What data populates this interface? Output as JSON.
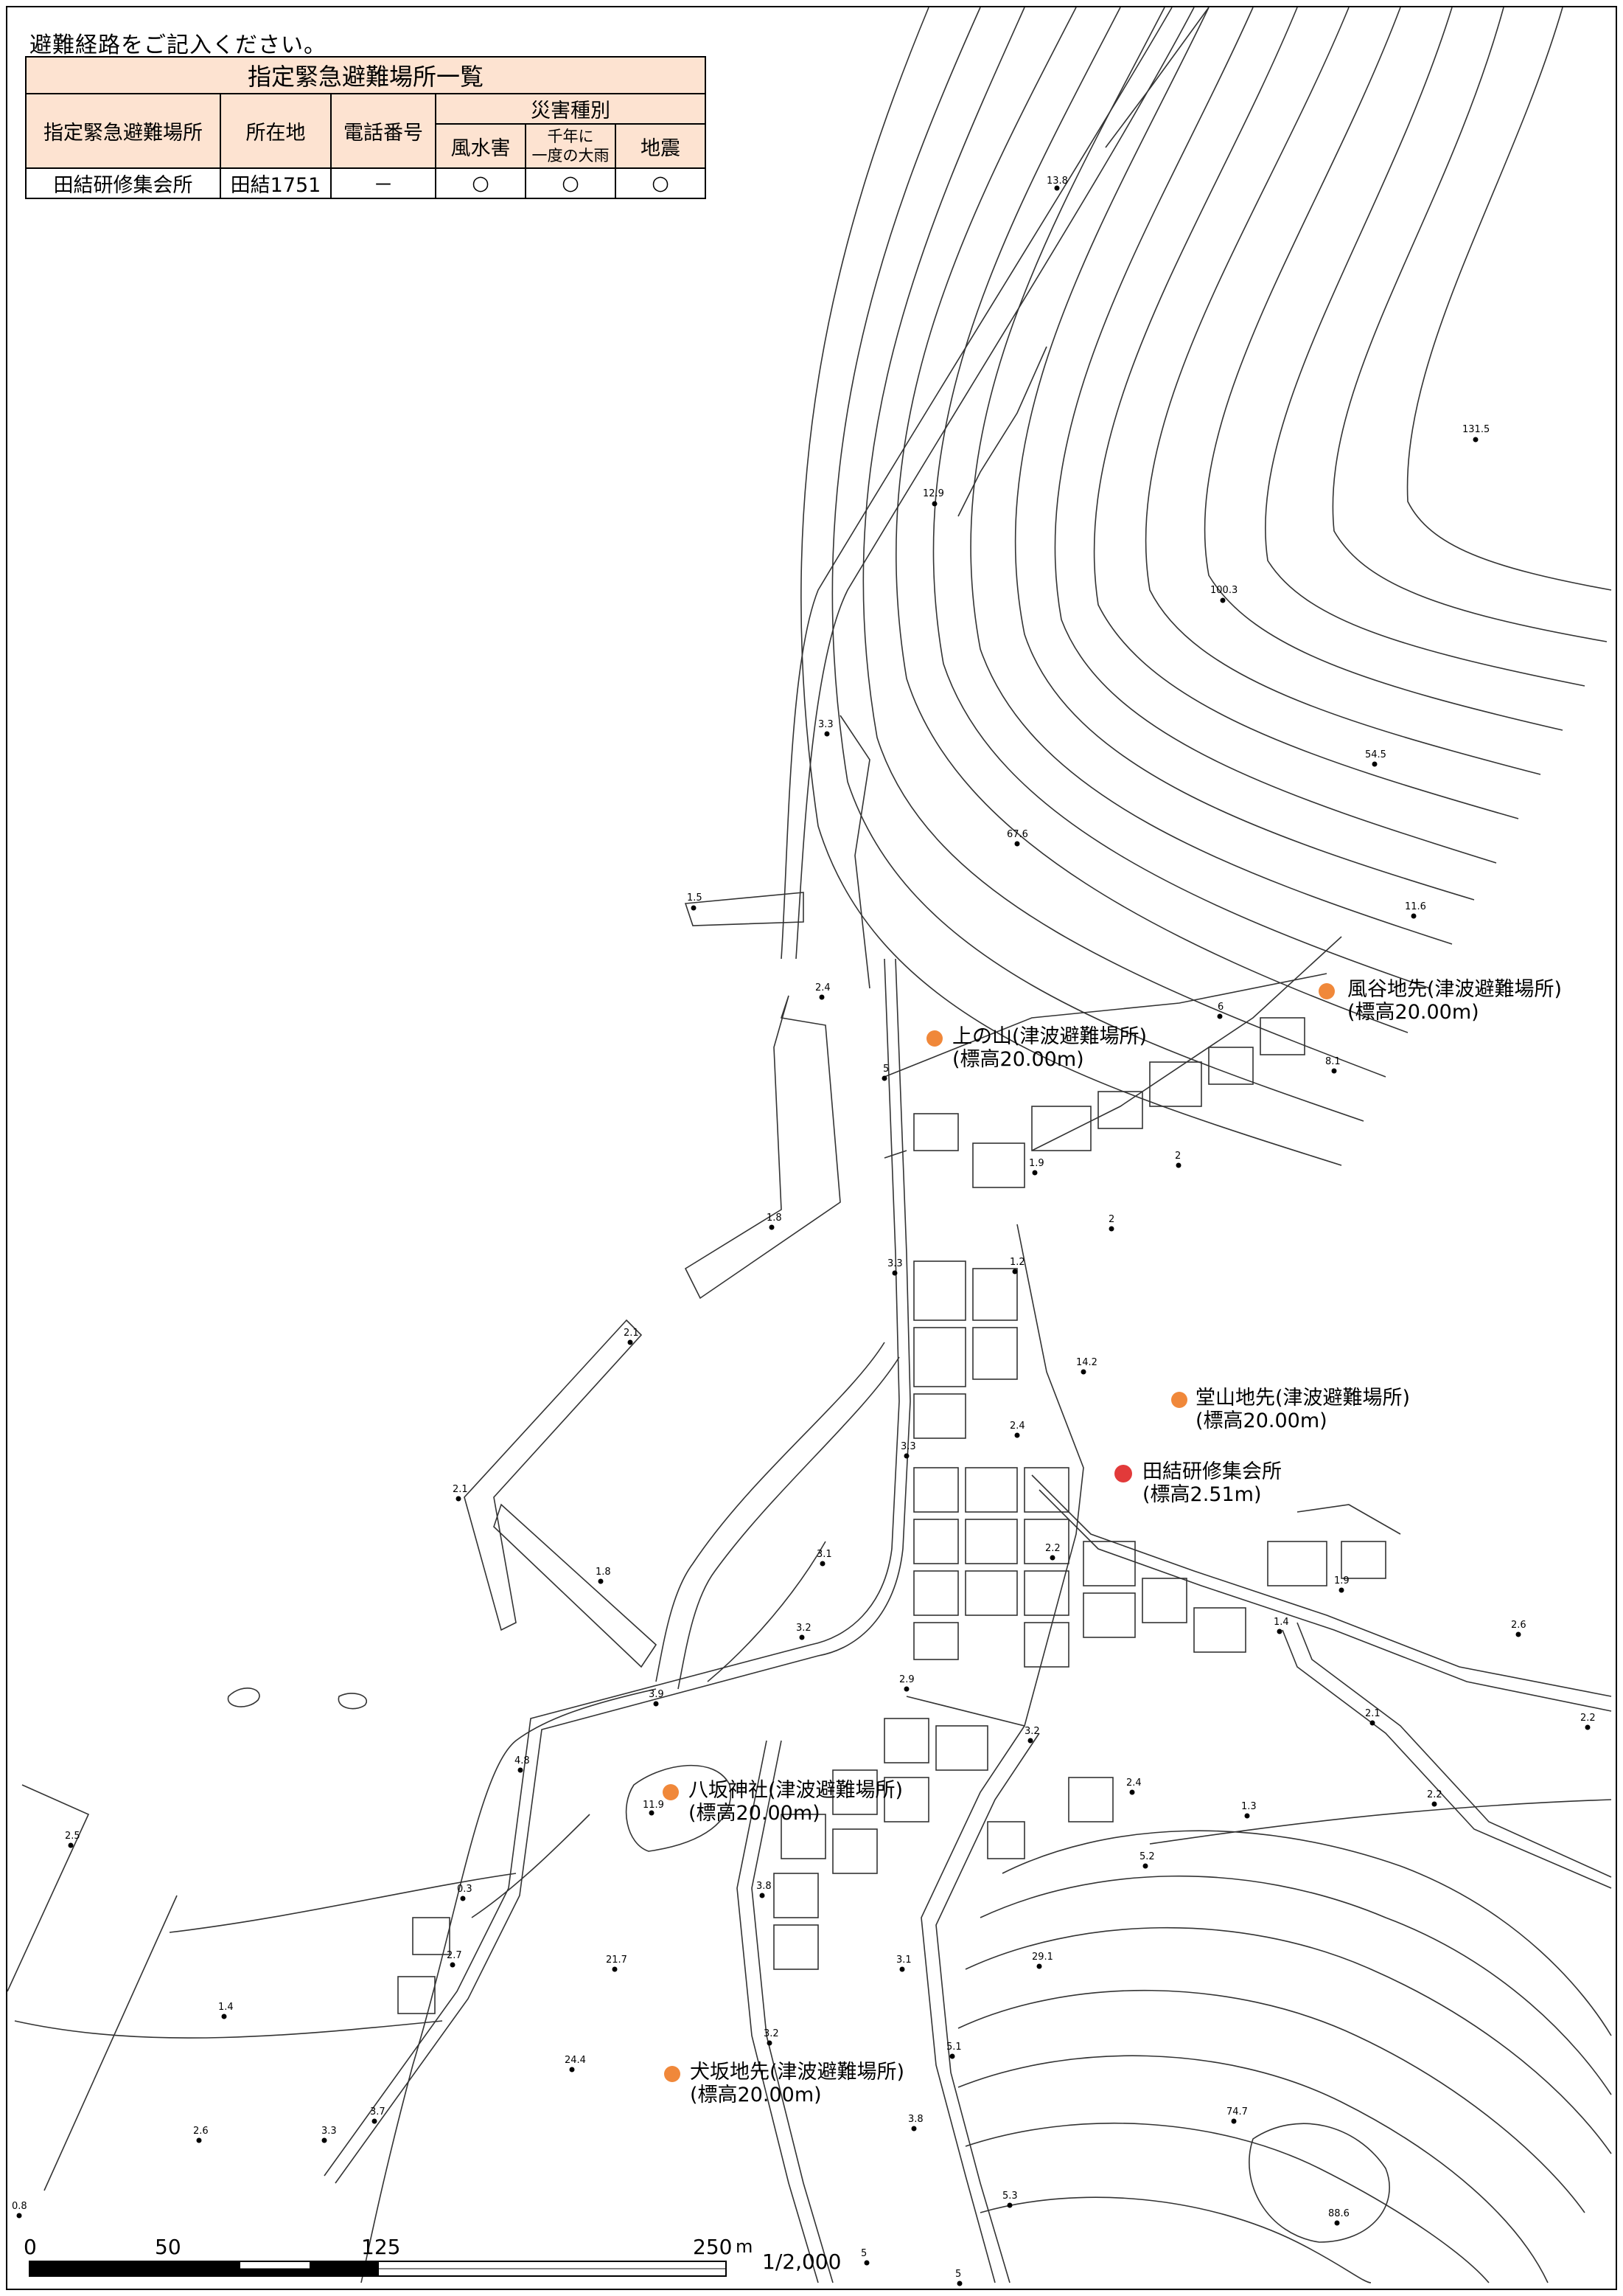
{
  "instruction": "避難経路をご記入ください。",
  "table": {
    "title": "指定緊急避難場所一覧",
    "headers": {
      "name": "指定緊急避難場所",
      "location": "所在地",
      "phone": "電話番号",
      "hazard_group": "災害種別",
      "flood": "風水害",
      "heavy_rain_1": "千年に",
      "heavy_rain_2": "一度の大雨",
      "earthquake": "地震"
    },
    "row": {
      "name": "田結研修集会所",
      "location": "田結1751",
      "phone": "－",
      "flood": "○",
      "heavy_rain": "○",
      "earthquake": "○"
    }
  },
  "shelters": [
    {
      "name": "上の山(津波避難場所)",
      "elevation": "(標高20.00m)",
      "type": "tsunami",
      "color": "#f0883a"
    },
    {
      "name": "風谷地先(津波避難場所)",
      "elevation": "(標高20.00m)",
      "type": "tsunami",
      "color": "#f0883a"
    },
    {
      "name": "堂山地先(津波避難場所)",
      "elevation": "(標高20.00m)",
      "type": "tsunami",
      "color": "#f0883a"
    },
    {
      "name": "田結研修集会所",
      "elevation": "(標高2.51m)",
      "type": "designated",
      "color": "#e23a3a"
    },
    {
      "name": "八坂神社(津波避難場所)",
      "elevation": "(標高20.00m)",
      "type": "tsunami",
      "color": "#f0883a"
    },
    {
      "name": "犬坂地先(津波避難場所)",
      "elevation": "(標高20.00m)",
      "type": "tsunami",
      "color": "#f0883a"
    }
  ],
  "spot_heights": [
    "13.8",
    "12.9",
    "131.5",
    "100.3",
    "54.5",
    "67.6",
    "3.3",
    "1.5",
    "11.6",
    "2.4",
    "8.1",
    "6",
    "5",
    "1.9",
    "2",
    "2",
    "1.8",
    "3.3",
    "1.2",
    "14.2",
    "2.4",
    "3.3",
    "2.1",
    "3.1",
    "2.2",
    "2.1",
    "1.9",
    "1.8",
    "1.4",
    "2.6",
    "3.2",
    "2.9",
    "3.9",
    "3.2",
    "2.1",
    "2.2",
    "2.2",
    "4.8",
    "11.9",
    "2.4",
    "1.3",
    "5.2",
    "2.5",
    "0.3",
    "3.8",
    "2.7",
    "21.7",
    "3.1",
    "29.1",
    "1.4",
    "24.4",
    "3.2",
    "5.1",
    "74.7",
    "2.6",
    "3.3",
    "3.7",
    "3.8",
    "5.3",
    "88.6",
    "0.8",
    "5",
    "5"
  ],
  "scale": {
    "ticks": [
      "0",
      "50",
      "125",
      "250"
    ],
    "unit": "m",
    "ratio": "1/2,000"
  }
}
